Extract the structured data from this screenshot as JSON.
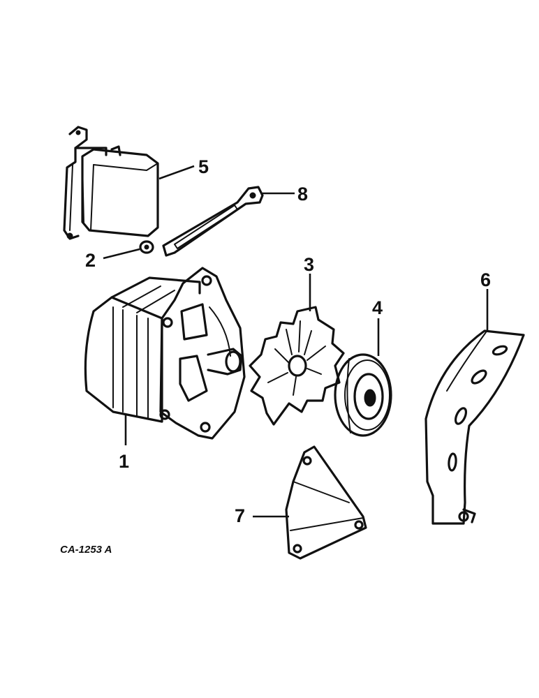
{
  "diagram_code": "CA-1253 A",
  "callouts": [
    {
      "id": "1",
      "label": "1"
    },
    {
      "id": "2",
      "label": "2"
    },
    {
      "id": "3",
      "label": "3"
    },
    {
      "id": "4",
      "label": "4"
    },
    {
      "id": "5",
      "label": "5"
    },
    {
      "id": "6",
      "label": "6"
    },
    {
      "id": "7",
      "label": "7"
    },
    {
      "id": "8",
      "label": "8"
    }
  ]
}
